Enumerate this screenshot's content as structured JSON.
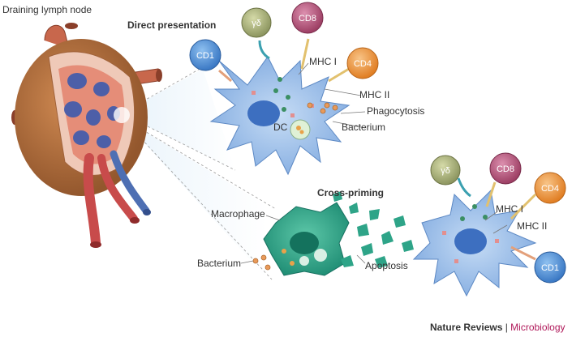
{
  "labels": {
    "draining_lymph_node": "Draining lymph node",
    "direct_presentation": "Direct presentation",
    "cross_priming": "Cross-priming",
    "macrophage": "Macrophage",
    "bacterium_left": "Bacterium",
    "apoptosis": "Apoptosis",
    "dc": "DC",
    "phagocytosis": "Phagocytosis",
    "bacterium_top": "Bacterium",
    "mhc_i_top": "MHC I",
    "mhc_ii_top": "MHC II",
    "mhc_i_bottom": "MHC I",
    "mhc_ii_bottom": "MHC II"
  },
  "cells": {
    "cd1_top": "CD1",
    "gd_top": "γδ",
    "cd8_top": "CD8",
    "cd4_top": "CD4",
    "gd_bottom": "γδ",
    "cd8_bottom": "CD8",
    "cd4_bottom": "CD4",
    "cd1_bottom": "CD1"
  },
  "credit": {
    "source": "Nature Reviews",
    "separator": " | ",
    "journal": "Microbiology"
  },
  "colors": {
    "node_outer": "#b5703e",
    "node_inner": "#efc9b8",
    "dc": "#8fb6e6",
    "macrophage": "#2ea488",
    "cd1": "#4f8fd6",
    "gd": "#a7b07a",
    "cd8": "#b5577a",
    "cd4": "#f09a3e",
    "journal_accent": "#b0195a"
  }
}
